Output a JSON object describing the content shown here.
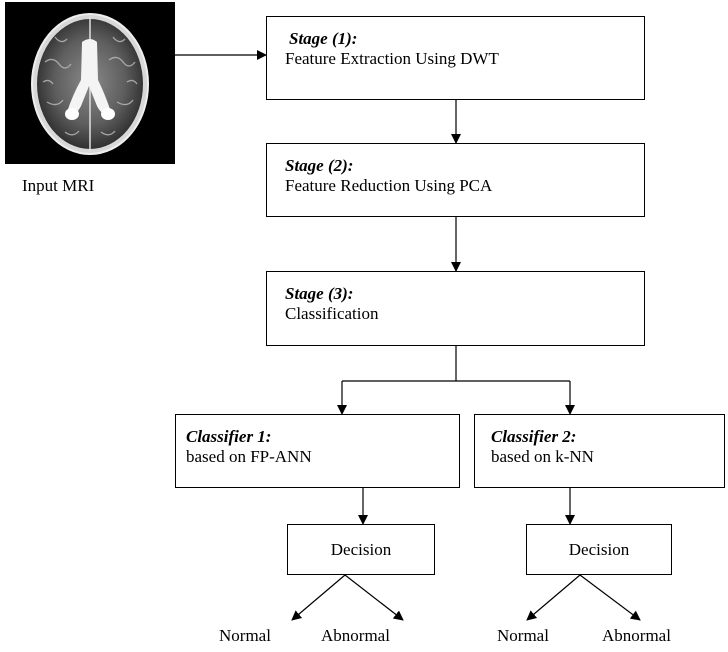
{
  "input": {
    "label": "Input MRI"
  },
  "stages": [
    {
      "title": "Stage (1):",
      "text": "Feature Extraction Using DWT"
    },
    {
      "title": "Stage (2):",
      "text": "Feature Reduction Using PCA"
    },
    {
      "title": "Stage (3):",
      "text": "Classification"
    }
  ],
  "classifiers": [
    {
      "title": "Classifier 1:",
      "text": "based on FP-ANN"
    },
    {
      "title": "Classifier 2:",
      "text": "based on k-NN"
    }
  ],
  "decisions": [
    {
      "label": "Decision",
      "outcomes": [
        "Normal",
        "Abnormal"
      ]
    },
    {
      "label": "Decision",
      "outcomes": [
        "Normal",
        "Abnormal"
      ]
    }
  ]
}
